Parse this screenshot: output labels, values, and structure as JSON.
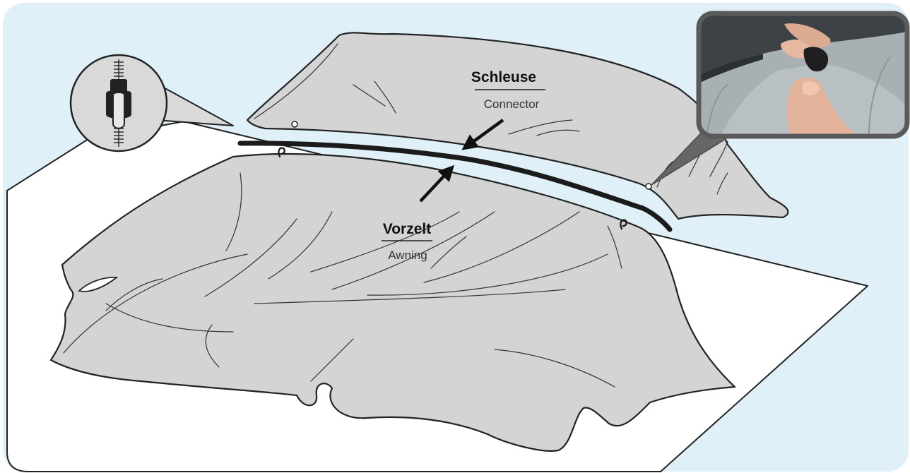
{
  "connector": {
    "title": "Schleuse",
    "subtitle": "Connector"
  },
  "awning": {
    "title": "Vorzelt",
    "subtitle": "Awning"
  },
  "colors": {
    "background": "#dff0f8",
    "fabric": "#d4d4d4",
    "ground": "#ffffff",
    "outline": "#222222",
    "photo_frame": "#5a5a5a"
  },
  "icons": {
    "zipper_badge": "zipper-icon",
    "photo": "connection-detail-photo"
  }
}
